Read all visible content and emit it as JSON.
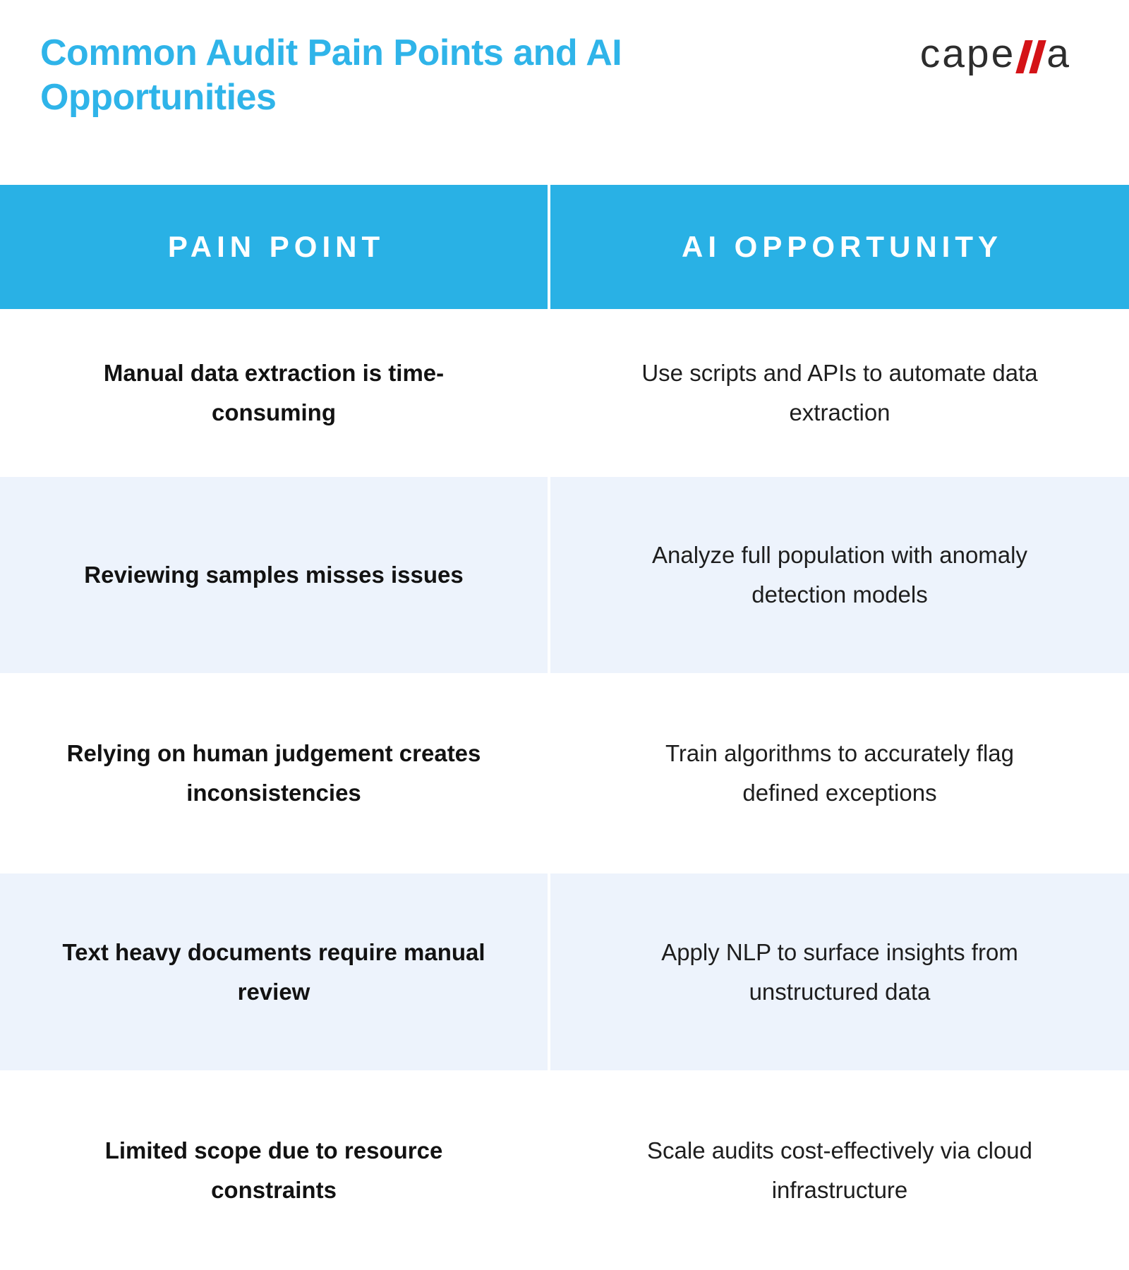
{
  "page": {
    "title": "Common Audit Pain Points and AI\nOpportunities",
    "colors": {
      "title_blue": "#2fb4e9",
      "header_blue": "#29b1e5",
      "row_alt": "#edf3fc",
      "logo_red": "#d41317",
      "logo_gray": "#2d2d2d"
    }
  },
  "logo": {
    "name": "capella",
    "prefix": "cape",
    "suffix": "a",
    "slash_icon": "double-red-slash"
  },
  "table": {
    "headers": [
      {
        "label": "PAIN POINT"
      },
      {
        "label": "AI OPPORTUNITY"
      }
    ],
    "rows": [
      {
        "pain": "Manual data extraction is time-\nconsuming",
        "ai": "Use scripts and APIs to automate data\nextraction"
      },
      {
        "pain": "Reviewing samples misses issues",
        "ai": "Analyze full population with anomaly\ndetection models"
      },
      {
        "pain": "Relying on human judgement creates\ninconsistencies",
        "ai": "Train algorithms to accurately flag\ndefined exceptions"
      },
      {
        "pain": "Text heavy documents require manual\nreview",
        "ai": "Apply NLP to surface insights from\nunstructured data"
      },
      {
        "pain": "Limited scope due to resource\nconstraints",
        "ai": "Scale audits cost-effectively via cloud\ninfrastructure"
      }
    ]
  }
}
